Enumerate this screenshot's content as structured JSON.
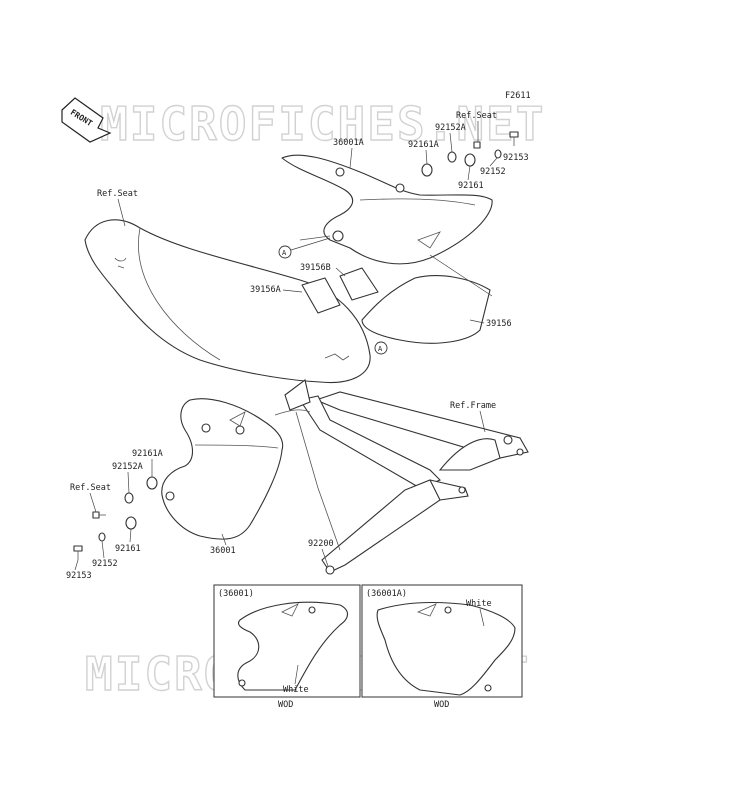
{
  "figure_code": "F2611",
  "watermark": "MICROFICHES.NET",
  "front_label": "FRONT",
  "refs": {
    "seat_top": "Ref.Seat",
    "seat_left": "Ref.Seat",
    "seat_bottom": "Ref.Seat",
    "frame": "Ref.Frame"
  },
  "circle_ref": "A",
  "parts": {
    "p36001A": "36001A",
    "p92152A_top": "92152A",
    "p92161A_top": "92161A",
    "p92153_top": "92153",
    "p92152_top": "92152",
    "p92161_top": "92161",
    "p39156B": "39156B",
    "p39156A": "39156A",
    "p39156": "39156",
    "p92161A_left": "92161A",
    "p92152A_left": "92152A",
    "p92161_left": "92161",
    "p36001": "36001",
    "p92152_left": "92152",
    "p92153_left": "92153",
    "p92200": "92200"
  },
  "inset_left": {
    "title": "(36001)",
    "color": "White",
    "footer": "WOD"
  },
  "inset_right": {
    "title": "(36001A)",
    "color": "White",
    "footer": "WOD"
  }
}
